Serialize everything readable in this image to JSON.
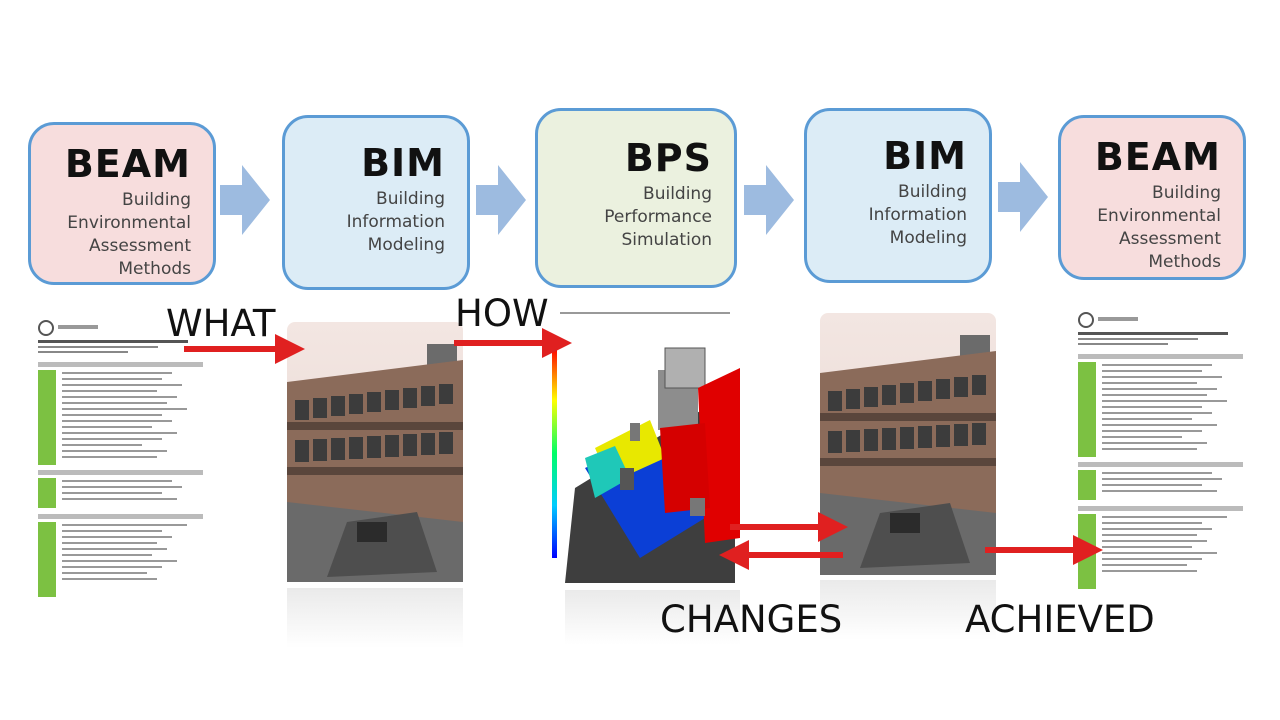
{
  "boxes": [
    {
      "title": "BEAM",
      "sub": [
        "Building",
        "Environmental",
        "Assessment",
        "Methods"
      ]
    },
    {
      "title": "BIM",
      "sub": [
        "Building",
        "Information",
        "Modeling"
      ]
    },
    {
      "title": "BPS",
      "sub": [
        "Building",
        "Performance",
        "Simulation"
      ]
    },
    {
      "title": "BIM",
      "sub": [
        "Building",
        "Information",
        "Modeling"
      ]
    },
    {
      "title": "BEAM",
      "sub": [
        "Building",
        "Environmental",
        "Assessment",
        "Methods"
      ]
    }
  ],
  "labels": {
    "what": "WHAT",
    "how": "HOW",
    "changes": "CHANGES",
    "achieved": "ACHIEVED"
  },
  "colors": {
    "box_border": "#5b9bd5",
    "beam_fill": "#f7dddd",
    "bim_fill": "#dcecf6",
    "bps_fill": "#ebf1df",
    "flow_arrow": "#9dbbe0",
    "red_arrow": "#e02020",
    "checklist_green": "#7cc142"
  },
  "images": [
    {
      "kind": "checklist-document"
    },
    {
      "kind": "building-model"
    },
    {
      "kind": "thermal-simulation"
    },
    {
      "kind": "building-model"
    },
    {
      "kind": "checklist-document"
    }
  ]
}
